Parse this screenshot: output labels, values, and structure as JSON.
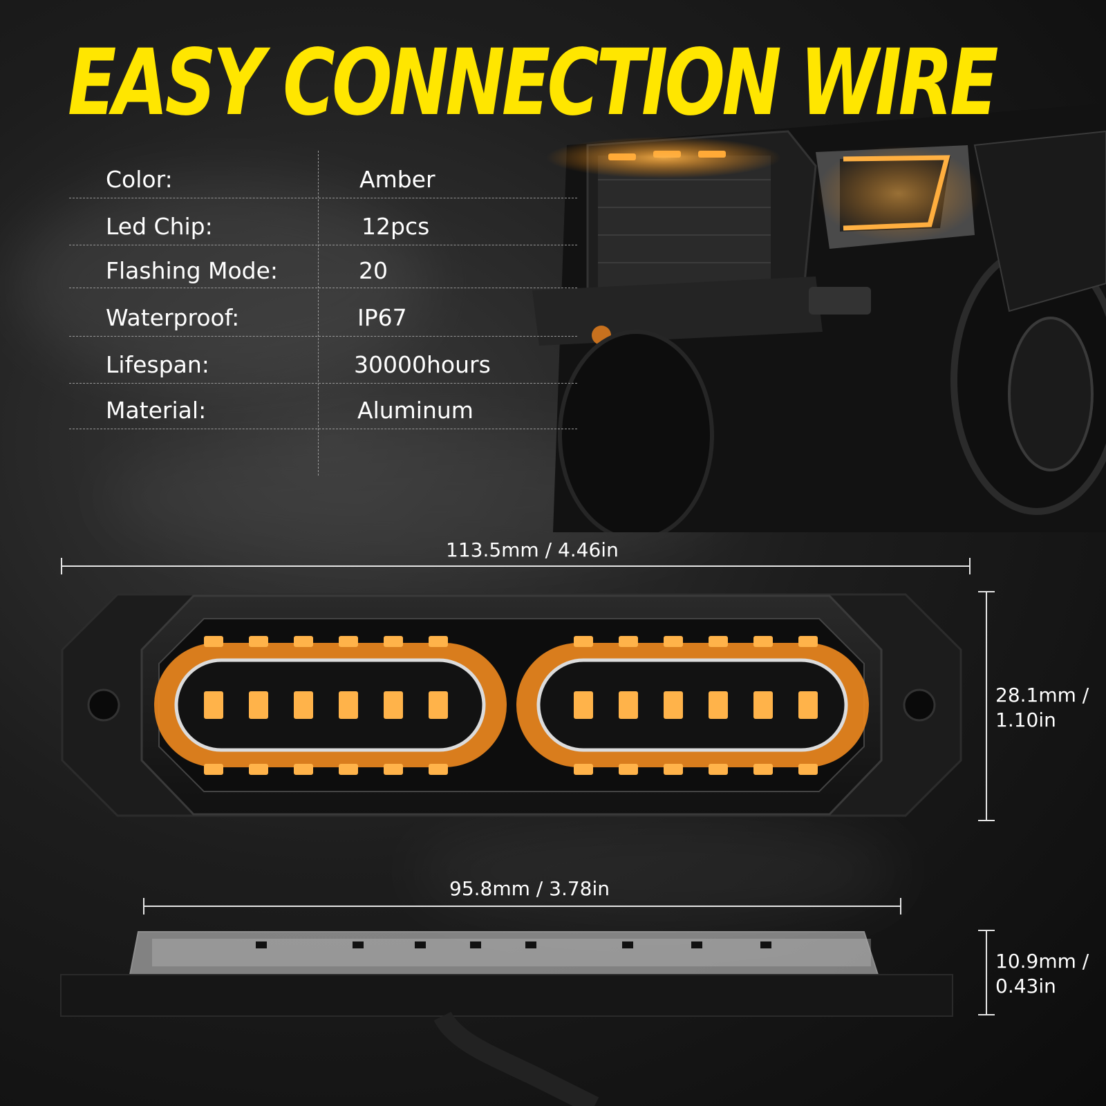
{
  "title": "EASY CONNECTION WIRE",
  "specs": [
    {
      "label": "Color:",
      "value": "Amber"
    },
    {
      "label": "Led Chip:",
      "value": "12pcs"
    },
    {
      "label": "Flashing Mode:",
      "value": "20"
    },
    {
      "label": "Waterproof:",
      "value": "IP67"
    },
    {
      "label": "Lifespan:",
      "value": "30000hours"
    },
    {
      "label": "Material:",
      "value": "Aluminum"
    }
  ],
  "dimensions": {
    "front_width": "113.5mm / 4.46in",
    "front_height_mm": "28.1mm /",
    "front_height_in": "1.10in",
    "side_width": "95.8mm / 3.78in",
    "side_height_mm": "10.9mm /",
    "side_height_in": "0.43in"
  },
  "colors": {
    "title": "#FFE600",
    "amber_led": "#FF9A1F",
    "background": "#1a1a1a"
  }
}
